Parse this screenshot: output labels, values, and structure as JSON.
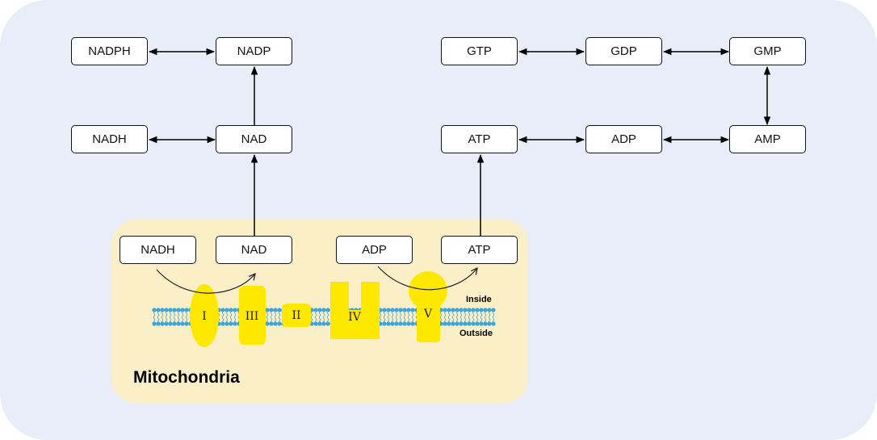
{
  "nodes": {
    "nadph": "NADPH",
    "nadp": "NADP",
    "nadh": "NADH",
    "nad": "NAD",
    "mito_nadh": "NADH",
    "mito_nad": "NAD",
    "mito_adp": "ADP",
    "mito_atp": "ATP",
    "gtp": "GTP",
    "gdp": "GDP",
    "gmp": "GMP",
    "atp": "ATP",
    "adp": "ADP",
    "amp": "AMP"
  },
  "mitochondria": {
    "title": "Mitochondria",
    "inside": "Inside",
    "outside": "Outside",
    "complexes": {
      "c1": "I",
      "c3": "III",
      "c2": "II",
      "c4": "IV",
      "c5": "V"
    }
  },
  "colors": {
    "background": "#e9edf8",
    "mitochondria_fill": "#fbefc7",
    "complex_fill": "#ffe800",
    "membrane": "#3aa6dc"
  }
}
